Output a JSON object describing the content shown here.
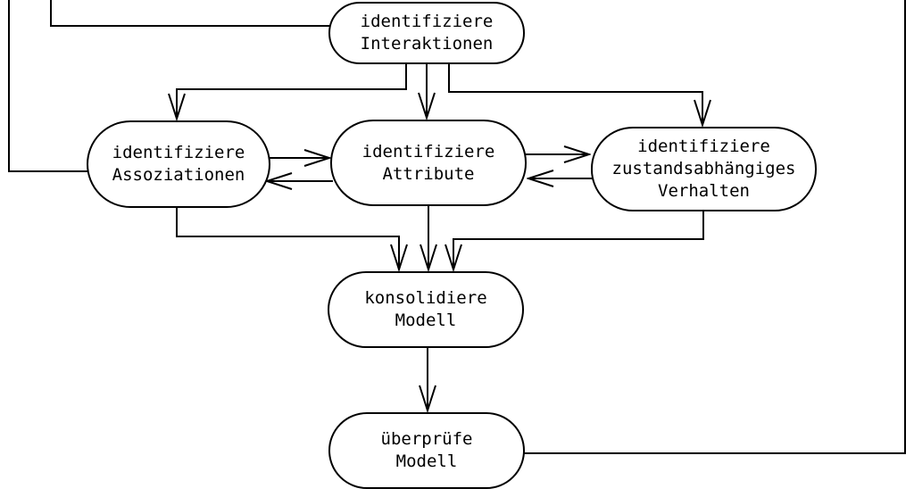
{
  "colors": {
    "background": "#ffffff",
    "line": "#000000",
    "text": "#000000"
  },
  "diagram": {
    "nodes": [
      {
        "id": "interaktionen",
        "lines": [
          "identifiziere",
          "Interaktionen"
        ]
      },
      {
        "id": "assoziationen",
        "lines": [
          "identifiziere",
          "Assoziationen"
        ]
      },
      {
        "id": "attribute",
        "lines": [
          "identifiziere",
          "Attribute"
        ]
      },
      {
        "id": "zustandsverhalten",
        "lines": [
          "identifiziere",
          "zustandsabhängiges",
          "Verhalten"
        ]
      },
      {
        "id": "konsolidiere",
        "lines": [
          "konsolidiere",
          "Modell"
        ]
      },
      {
        "id": "ueberpruefe",
        "lines": [
          "überprüfe",
          "Modell"
        ]
      }
    ]
  }
}
